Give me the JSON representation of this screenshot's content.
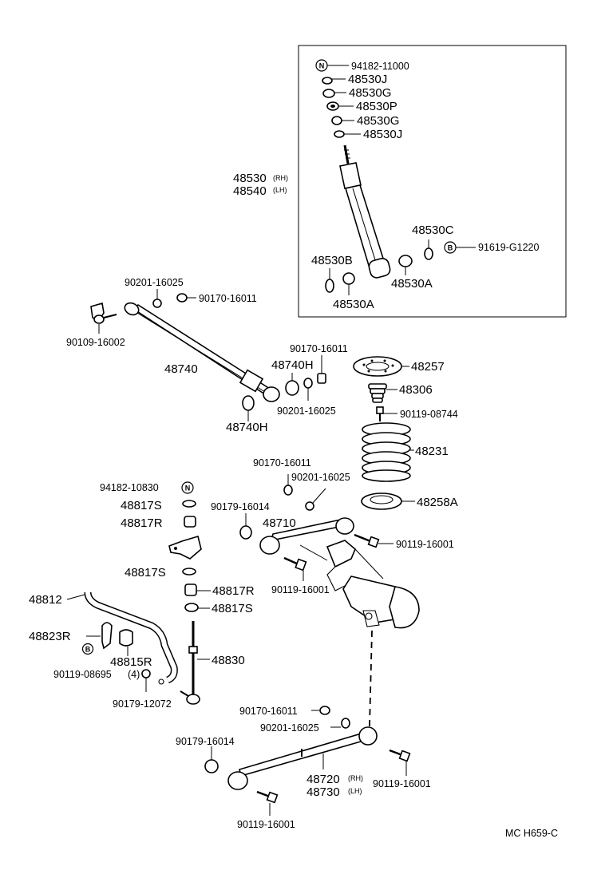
{
  "labels": {
    "p94182_11000": "94182-11000",
    "p48530J_a": "48530J",
    "p48530G_a": "48530G",
    "p48530P": "48530P",
    "p48530G_b": "48530G",
    "p48530J_b": "48530J",
    "p48530": "48530",
    "p48540": "48540",
    "rh_a": "(RH)",
    "lh_a": "(LH)",
    "p48530C": "48530C",
    "p91619": "91619-G1220",
    "p48530B": "48530B",
    "p48530A_a": "48530A",
    "p48530A_b": "48530A",
    "p90201_16025_a": "90201-16025",
    "p90170_16011_a": "90170-16011",
    "p90109_16002": "90109-16002",
    "p48740": "48740",
    "p90170_16011_b": "90170-16011",
    "p48740H_a": "48740H",
    "p90201_16025_b": "90201-16025",
    "p48740H_b": "48740H",
    "p48257": "48257",
    "p48306": "48306",
    "p90119_08744": "90119-08744",
    "p48231": "48231",
    "p90170_16011_c": "90170-16011",
    "p90201_16025_c": "90201-16025",
    "p94182_10830": "94182-10830",
    "p48817S_a": "48817S",
    "p48817R_a": "48817R",
    "p90179_16014_a": "90179-16014",
    "p48710": "48710",
    "p48258A": "48258A",
    "p90119_16001_a": "90119-16001",
    "p48817S_b": "48817S",
    "p90119_16001_b": "90119-16001",
    "p48812": "48812",
    "p48817R_b": "48817R",
    "p48817S_c": "48817S",
    "p48823R": "48823R",
    "p48815R": "48815R",
    "p48830": "48830",
    "p90119_08695": "90119-08695",
    "qty4": "(4)",
    "p90179_12072": "90179-12072",
    "p90170_16011_d": "90170-16011",
    "p90201_16025_d": "90201-16025",
    "p90179_16014_b": "90179-16014",
    "p48720": "48720",
    "rh_b": "(RH)",
    "p48730": "48730",
    "lh_b": "(LH)",
    "p90119_16001_c": "90119-16001",
    "p90119_16001_d": "90119-16001",
    "code": "MC H659-C",
    "sym_n_a": "N",
    "sym_b_a": "B",
    "sym_n_b": "N",
    "sym_b_b": "B"
  }
}
